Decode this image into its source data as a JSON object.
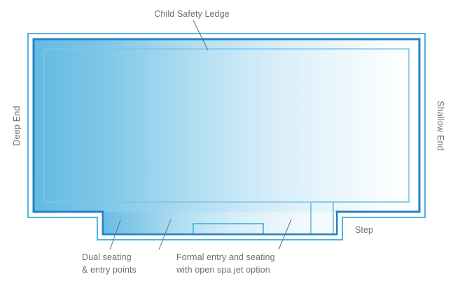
{
  "diagram": {
    "type": "swimming-pool-plan",
    "title_label": "Child Safety Ledge",
    "labels": {
      "child_safety_ledge": "Child Safety Ledge",
      "deep_end": "Deep End",
      "shallow_end": "Shallow End",
      "step": "Step",
      "dual_seating_line1": "Dual seating",
      "dual_seating_line2": "& entry points",
      "formal_entry_line1": "Formal entry and seating",
      "formal_entry_line2": "with open spa jet option"
    },
    "colors": {
      "outer_outline": "#4eb3e4",
      "inner_outline": "#2b7fc4",
      "ledge_line": "#7fc4e8",
      "water_deep": "#6dc0e6",
      "water_shallow": "#ffffff",
      "text": "#6d6e70",
      "background": "#ffffff",
      "spa_jet_outline": "#4eb3e4",
      "step_divider": "#6cb9e2"
    },
    "features": [
      "child-safety-ledge",
      "deep-end",
      "shallow-end",
      "step",
      "dual-seating-entry-points",
      "formal-entry-seating-spa-jet"
    ]
  }
}
